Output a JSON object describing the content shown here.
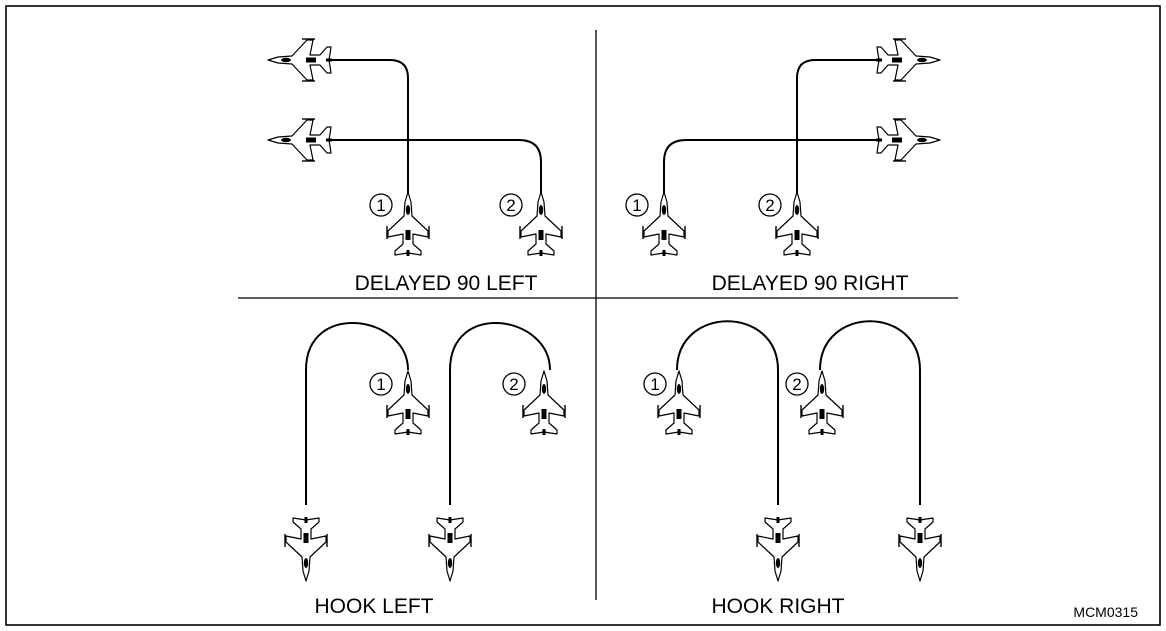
{
  "panels": [
    {
      "id": "delayed-90-left",
      "caption": "DELAYED 90 LEFT"
    },
    {
      "id": "delayed-90-right",
      "caption": "DELAYED 90 RIGHT"
    },
    {
      "id": "hook-left",
      "caption": "HOOK LEFT"
    },
    {
      "id": "hook-right",
      "caption": "HOOK RIGHT"
    }
  ],
  "aircraft_numbers": [
    "1",
    "2"
  ],
  "figure_code": "MCM0315",
  "icons": {
    "aircraft": "fighter-jet-icon"
  }
}
